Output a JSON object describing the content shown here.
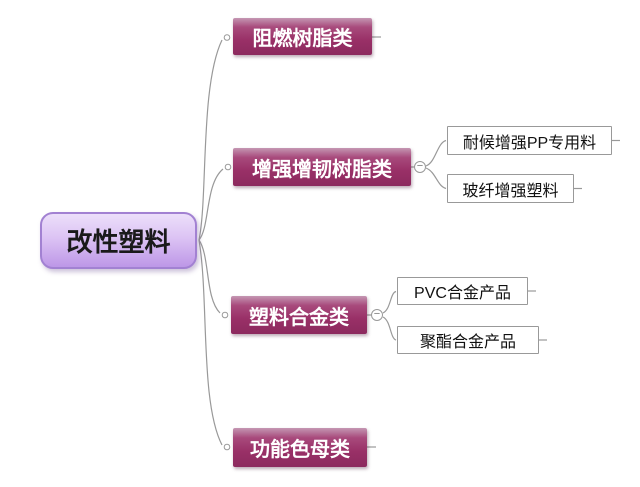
{
  "mindmap": {
    "root": {
      "label": "改性塑料"
    },
    "branches": [
      {
        "label": "阻燃树脂类",
        "children": []
      },
      {
        "label": "增强增韧树脂类",
        "collapsed": false,
        "children": [
          {
            "label": "耐候增强PP专用料"
          },
          {
            "label": "玻纤增强塑料"
          }
        ]
      },
      {
        "label": "塑料合金类",
        "collapsed": false,
        "children": [
          {
            "label": "PVC合金产品"
          },
          {
            "label": "聚酯合金产品"
          }
        ]
      },
      {
        "label": "功能色母类",
        "children": []
      }
    ],
    "collapse_glyph": "−"
  },
  "colors": {
    "root_fill_top": "#ecdffa",
    "root_fill_bottom": "#bd97e7",
    "root_border": "#a281d2",
    "root_text": "#1a1a1a",
    "branch_fill_top": "#c497b3",
    "branch_fill_bottom": "#8c2a5e",
    "branch_text": "#ffffff",
    "child_fill": "#ffffff",
    "child_border": "#999999",
    "child_text": "#111111",
    "connector": "#999999",
    "background": "#ffffff"
  }
}
